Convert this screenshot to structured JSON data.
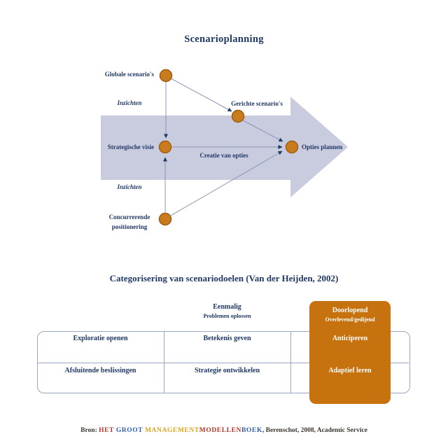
{
  "diagram": {
    "title": "Scenarioplanning",
    "labels": {
      "globale": "Globale scenario's",
      "inzichten_top": "Inzichten",
      "gerichte": "Gerichte scenario's",
      "strategische": "Strategische visie",
      "creatie": "Creatie van opties",
      "opties": "Opties plannen",
      "inzichten_bottom": "Inzichten",
      "concurrerende_line1": "Concurrerende",
      "concurrerende_line2": "positionering"
    },
    "colors": {
      "arrow_fill": "#c9cbdf",
      "node_fill": "#c87c1e",
      "node_stroke": "#a05d10",
      "line": "#8b96b5",
      "text": "#1f3864"
    }
  },
  "table": {
    "title": "Categorisering van scenariodoelen (Van der Heijden, 2002)",
    "header": {
      "eenmalig": "Eenmalig",
      "eenmalig_sub": "Problemen oplossen",
      "doorlopend": "Doorlopend",
      "doorlopend_sub": "Overlevend/gedijend"
    },
    "rows": [
      [
        "Exploratie openen",
        "Betekenis geven",
        "Anticiperen"
      ],
      [
        "Afsluitende beslissingen",
        "Strategie ontwikkelen",
        "Adaptief leren"
      ]
    ],
    "highlight_color": "#c6720e"
  },
  "source": {
    "prefix": "Bron: ",
    "segments": [
      {
        "text": "HET ",
        "color": "#b5342a"
      },
      {
        "text": "GROOT ",
        "color": "#2e5ea6"
      },
      {
        "text": "MANAGEMENT",
        "color": "#d9a520"
      },
      {
        "text": "MODELLEN",
        "color": "#b5342a"
      },
      {
        "text": "BOEK",
        "color": "#2e5ea6"
      }
    ],
    "suffix": ", Berenschot, 2008, Academic Service"
  }
}
